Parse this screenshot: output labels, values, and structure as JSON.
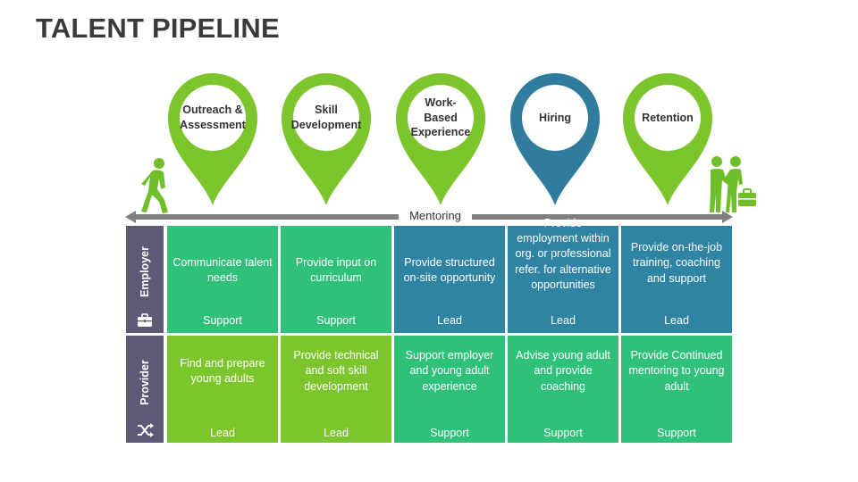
{
  "title": "TALENT PIPELINE",
  "mentoring_label": "Mentoring",
  "stages": [
    {
      "label": "Outreach & Assessment",
      "color": "#7cc52c"
    },
    {
      "label": "Skill Development",
      "color": "#7cc52c"
    },
    {
      "label": "Work-Based Experience",
      "color": "#7cc52c"
    },
    {
      "label": "Hiring",
      "color": "#2f7c9f"
    },
    {
      "label": "Retention",
      "color": "#7cc52c"
    }
  ],
  "rows": [
    {
      "label": "Employer",
      "icon": "briefcase-icon",
      "cells": [
        {
          "text": "Communicate talent needs",
          "role": "Support",
          "color": "#2fc17a"
        },
        {
          "text": "Provide input on curriculum",
          "role": "Support",
          "color": "#2fc17a"
        },
        {
          "text": "Provide structured on-site opportunity",
          "role": "Lead",
          "color": "#2f83a3"
        },
        {
          "text": "Provide employment within org. or professional refer. for alternative opportunities",
          "role": "Lead",
          "color": "#2f83a3"
        },
        {
          "text": "Provide on-the-job training, coaching and support",
          "role": "Lead",
          "color": "#2f83a3"
        }
      ]
    },
    {
      "label": "Provider",
      "icon": "shuffle-icon",
      "cells": [
        {
          "text": "Find and prepare young adults",
          "role": "Lead",
          "color": "#7cc52c"
        },
        {
          "text": "Provide technical and soft skill development",
          "role": "Lead",
          "color": "#7cc52c"
        },
        {
          "text": "Support employer and young adult experience",
          "role": "Support",
          "color": "#2fc17a"
        },
        {
          "text": "Advise young adult and provide coaching",
          "role": "Support",
          "color": "#2fc17a"
        },
        {
          "text": "Provide Continued mentoring to young adult",
          "role": "Support",
          "color": "#2fc17a"
        }
      ]
    }
  ],
  "colors": {
    "arrow": "#7f7f7f",
    "row_label_bg": "#5e5976",
    "figure": "#6fbf2a"
  },
  "icons": {
    "left_figure": "walking-person-icon",
    "right_figure": "handshake-people-icon"
  }
}
